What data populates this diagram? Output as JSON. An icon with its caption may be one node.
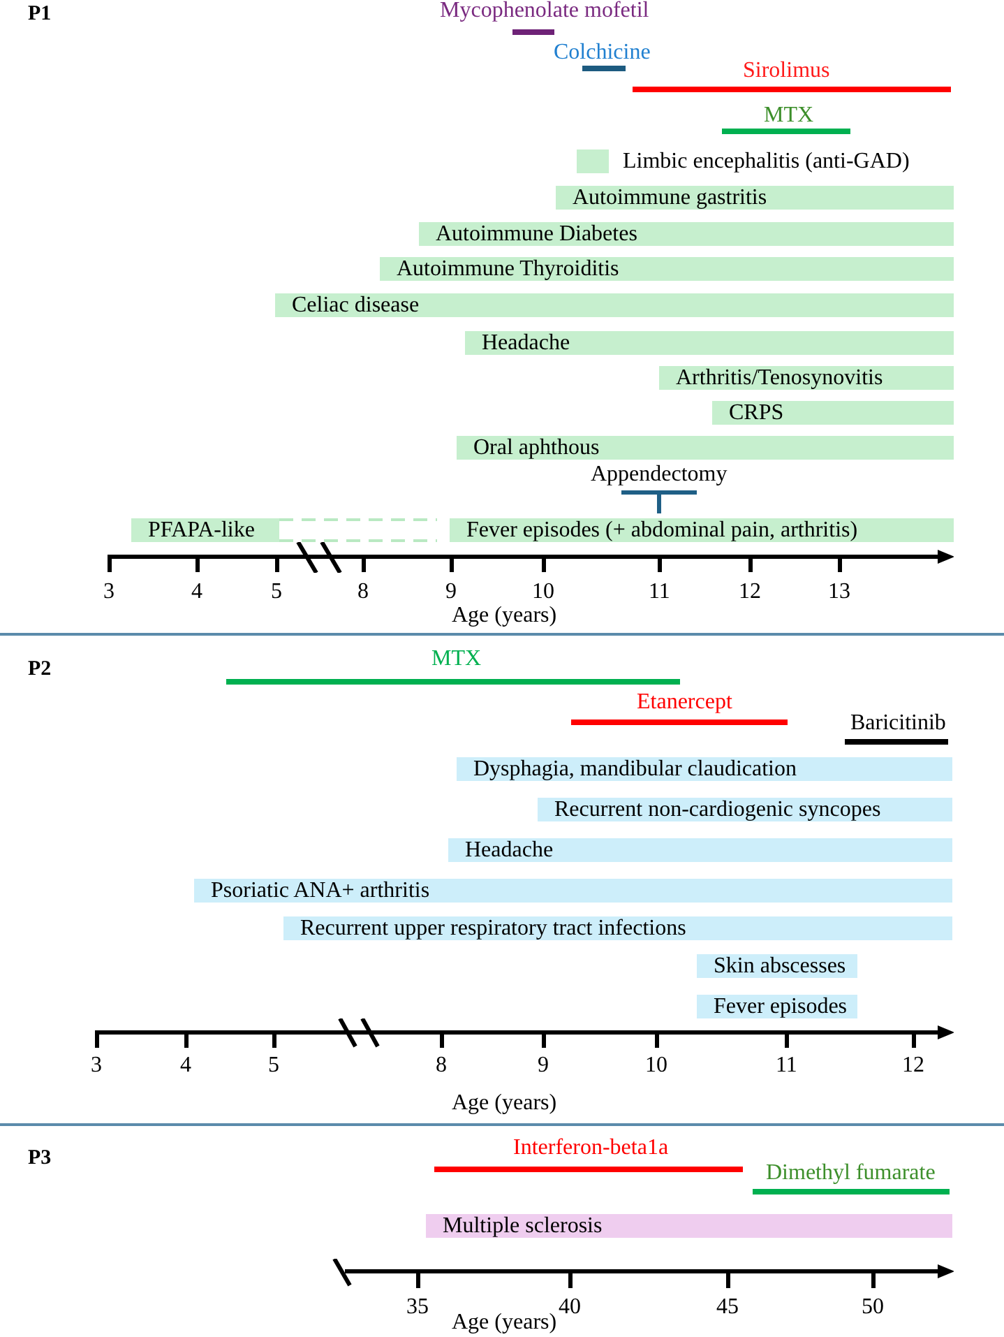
{
  "diagram": {
    "nodes": [
      {
        "text": [
          "P1"
        ]
      },
      {
        "text": [
          "Mycophenolate mofetil"
        ],
        "in": 0
      },
      {
        "text": [
          "Colchicine"
        ],
        "in": 0
      },
      {
        "text": [
          "Sirolimus"
        ],
        "in": 0
      },
      {
        "text": [
          "MTX"
        ],
        "in": 0
      },
      {
        "text": [
          "Limbic encephalitis (anti-GAD)"
        ],
        "in": 0
      },
      {
        "text": [
          "Autoimmune gastritis"
        ],
        "in": 0
      },
      {
        "text": [
          "Autoimmune Diabetes"
        ],
        "in": 0
      },
      {
        "text": [
          "Autoimmune Thyroiditis"
        ],
        "in": 0
      },
      {
        "text": [
          "Celiac disease"
        ],
        "in": 0
      },
      {
        "text": [
          "Headache"
        ],
        "in": 0
      },
      {
        "text": [
          "Arthritis/Tenosynovitis"
        ],
        "in": 0
      },
      {
        "text": [
          "CRPS"
        ],
        "in": 0
      },
      {
        "text": [
          "Oral aphthous"
        ],
        "in": 0
      },
      {
        "text": [
          "Appendectomy"
        ],
        "in": 0
      },
      {
        "text": [
          "PFAPA-like"
        ],
        "in": 0
      },
      {
        "text": [],
        "shape": "box",
        "in": 0
      },
      {
        "text": [
          "Fever episodes (+ abdominal pain, arthritis)"
        ],
        "in": 0
      },
      {
        "text": [
          "P2"
        ]
      },
      {
        "text": [
          "MTX"
        ],
        "in": 18
      },
      {
        "text": [
          "Etanercept"
        ],
        "in": 18
      },
      {
        "text": [
          "Baricitinib"
        ],
        "in": 18
      },
      {
        "text": [
          "Dysphagia, mandibular claudication"
        ],
        "in": 18
      },
      {
        "text": [
          "Recurrent non-cardiogenic syncopes"
        ],
        "in": 18
      },
      {
        "text": [
          "Headache"
        ],
        "in": 18
      },
      {
        "text": [
          "Psoriatic ANA+ arthritis"
        ],
        "in": 18
      },
      {
        "text": [
          "Recurrent upper respiratory tract infections"
        ],
        "in": 18
      },
      {
        "text": [
          "Skin abscesses"
        ],
        "in": 18
      },
      {
        "text": [
          "Fever episodes"
        ],
        "in": 18
      },
      {
        "text": [
          "P3"
        ]
      },
      {
        "text": [
          "Interferon-beta1a"
        ],
        "in": 29
      },
      {
        "text": [
          "Dimethyl fumarate"
        ],
        "in": 29
      },
      {
        "text": [
          "Multiple sclerosis"
        ],
        "in": 29
      }
    ],
    "labels": [
      "3",
      "4",
      "5",
      "8",
      "9",
      "10",
      "11",
      "12",
      "13",
      "Age (years)",
      "3",
      "4",
      "5",
      "8",
      "9",
      "10",
      "11",
      "12",
      "Age (years)",
      "35",
      "40",
      "45",
      "50",
      "Age (years)"
    ]
  }
}
